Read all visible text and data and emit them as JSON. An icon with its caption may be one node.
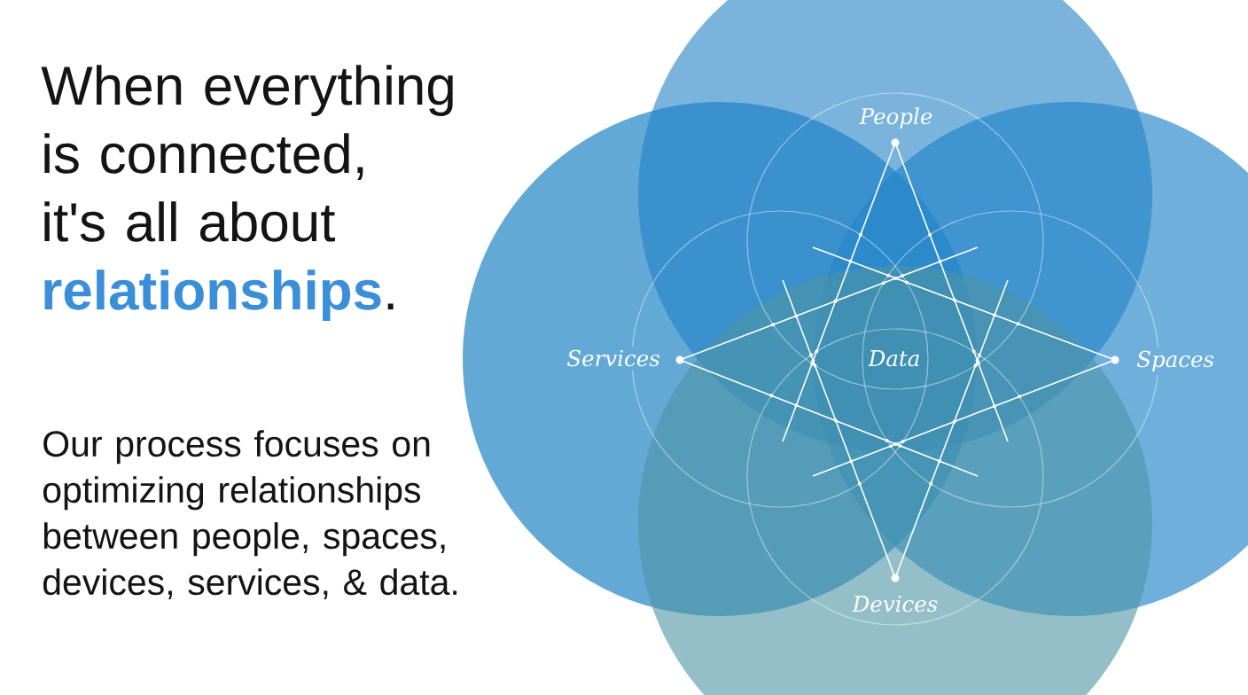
{
  "diagram": {
    "title": "When everything is connected, it's all about **relationships**.",
    "labels": [
      "Our process focuses on optimizing relationships between people, spaces, devices, services, & data.",
      "People",
      "Services",
      "Data",
      "Spaces",
      "Devices"
    ]
  }
}
